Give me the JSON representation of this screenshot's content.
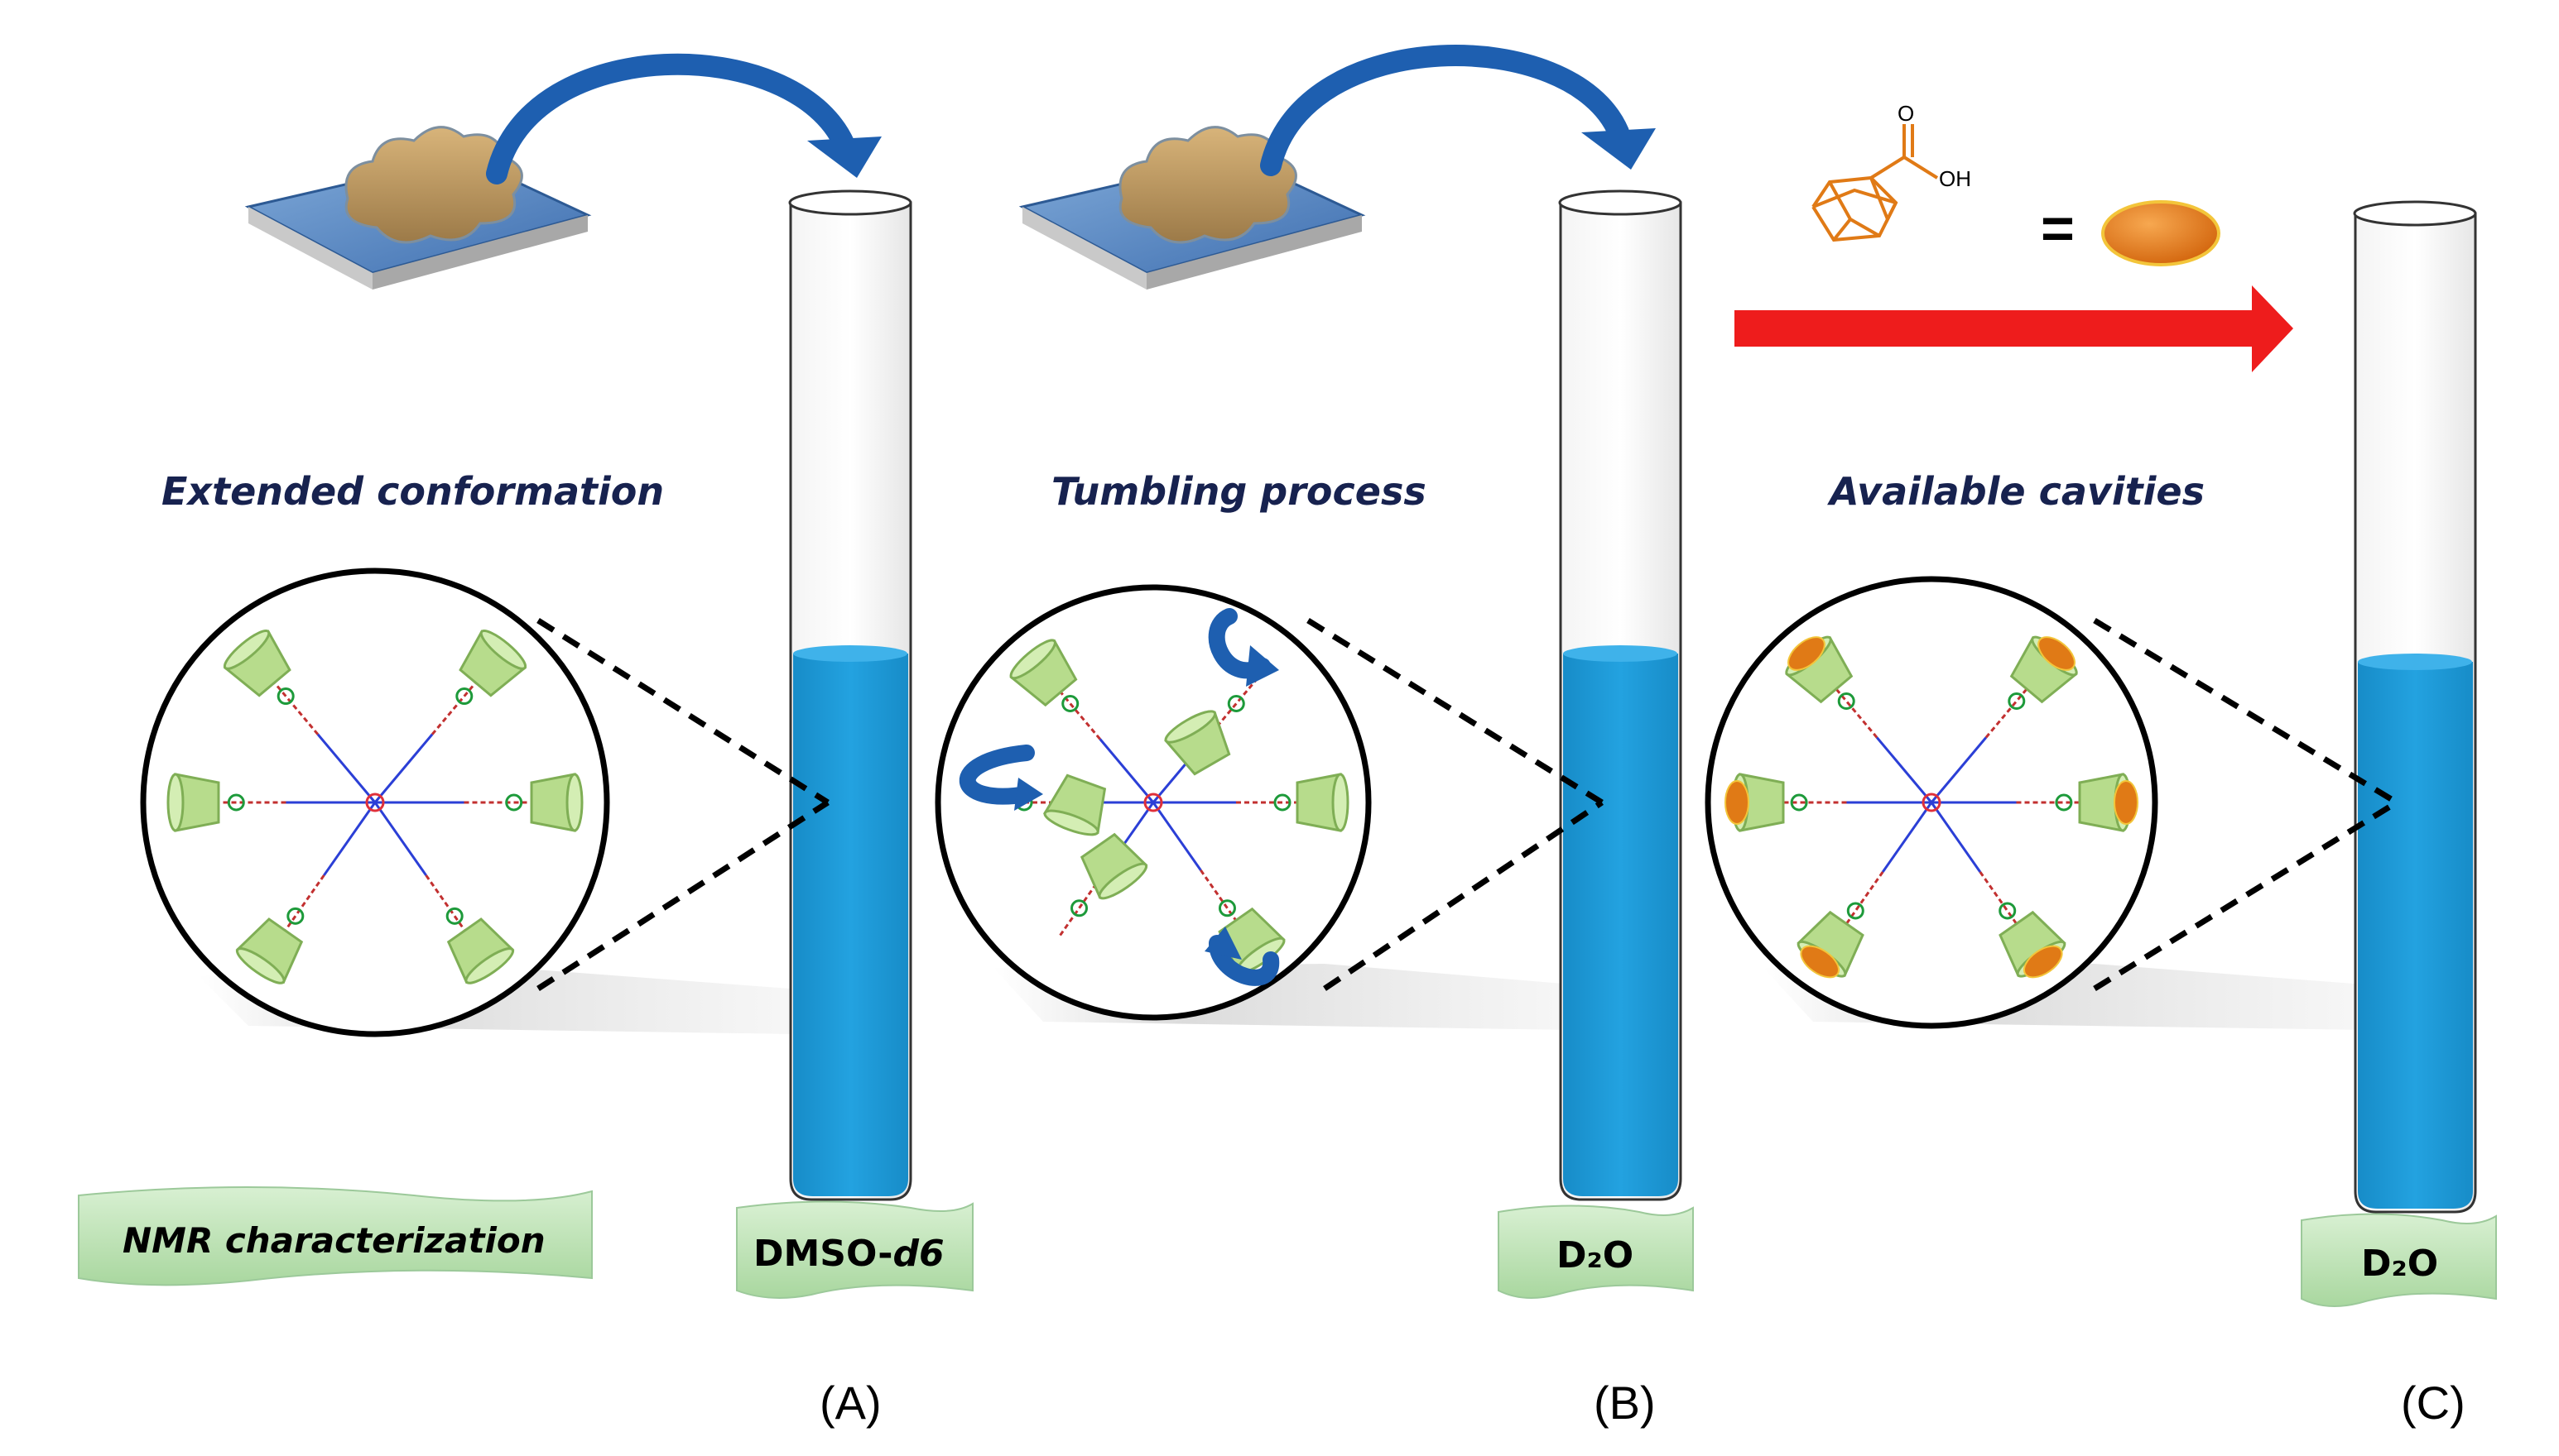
{
  "captions": {
    "a": "Extended conformation",
    "b": "Tumbling process",
    "c": "Available cavities"
  },
  "tags": {
    "nmr": "NMR characterization",
    "solvent_a": "DMSO-",
    "solvent_a_suffix": "d6",
    "solvent_b": "D₂O",
    "solvent_c": "D₂O"
  },
  "panel_labels": {
    "a": "(A)",
    "b": "(B)",
    "c": "(C)"
  },
  "guest_molecule": {
    "carbonyl_o": "O",
    "hydroxyl": "OH",
    "equals": "="
  },
  "colors": {
    "solution_blue": "#1f9ad6",
    "cyclodextrin_green": "#b7dc8c",
    "guest_orange": "#e07a16",
    "arrow_red": "#ee1c1c",
    "curved_arrow_blue": "#1e5fb0",
    "tag_green": "#b8e0b0",
    "caption_navy": "#17224f"
  }
}
